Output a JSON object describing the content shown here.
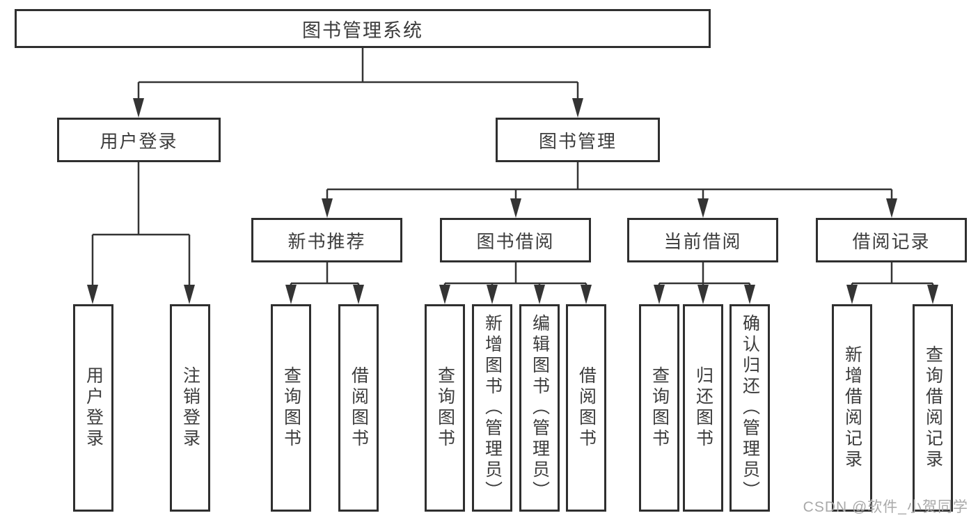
{
  "title": "图书管理系统",
  "tree": {
    "label": "图书管理系统",
    "children": [
      {
        "label": "用户登录",
        "children": [
          {
            "label": "用户登录"
          },
          {
            "label": "注销登录"
          }
        ]
      },
      {
        "label": "图书管理",
        "children": [
          {
            "label": "新书推荐",
            "children": [
              {
                "label": "查询图书"
              },
              {
                "label": "借阅图书"
              }
            ]
          },
          {
            "label": "图书借阅",
            "children": [
              {
                "label": "查询图书"
              },
              {
                "label": "新增图书（管理员）"
              },
              {
                "label": "编辑图书（管理员）"
              },
              {
                "label": "借阅图书"
              }
            ]
          },
          {
            "label": "当前借阅",
            "children": [
              {
                "label": "查询图书"
              },
              {
                "label": "归还图书"
              },
              {
                "label": "确认归还（管理员）"
              }
            ]
          },
          {
            "label": "借阅记录",
            "children": [
              {
                "label": "新增借阅记录"
              },
              {
                "label": "查询借阅记录"
              }
            ]
          }
        ]
      }
    ]
  },
  "watermark": {
    "text": "CSDN @软件_小贺同学"
  },
  "colors": {
    "line": "#343434",
    "box_border": "#2f2f2f",
    "text": "#3c3c3c",
    "watermark": "#a9a9a9",
    "background": "#ffffff"
  }
}
